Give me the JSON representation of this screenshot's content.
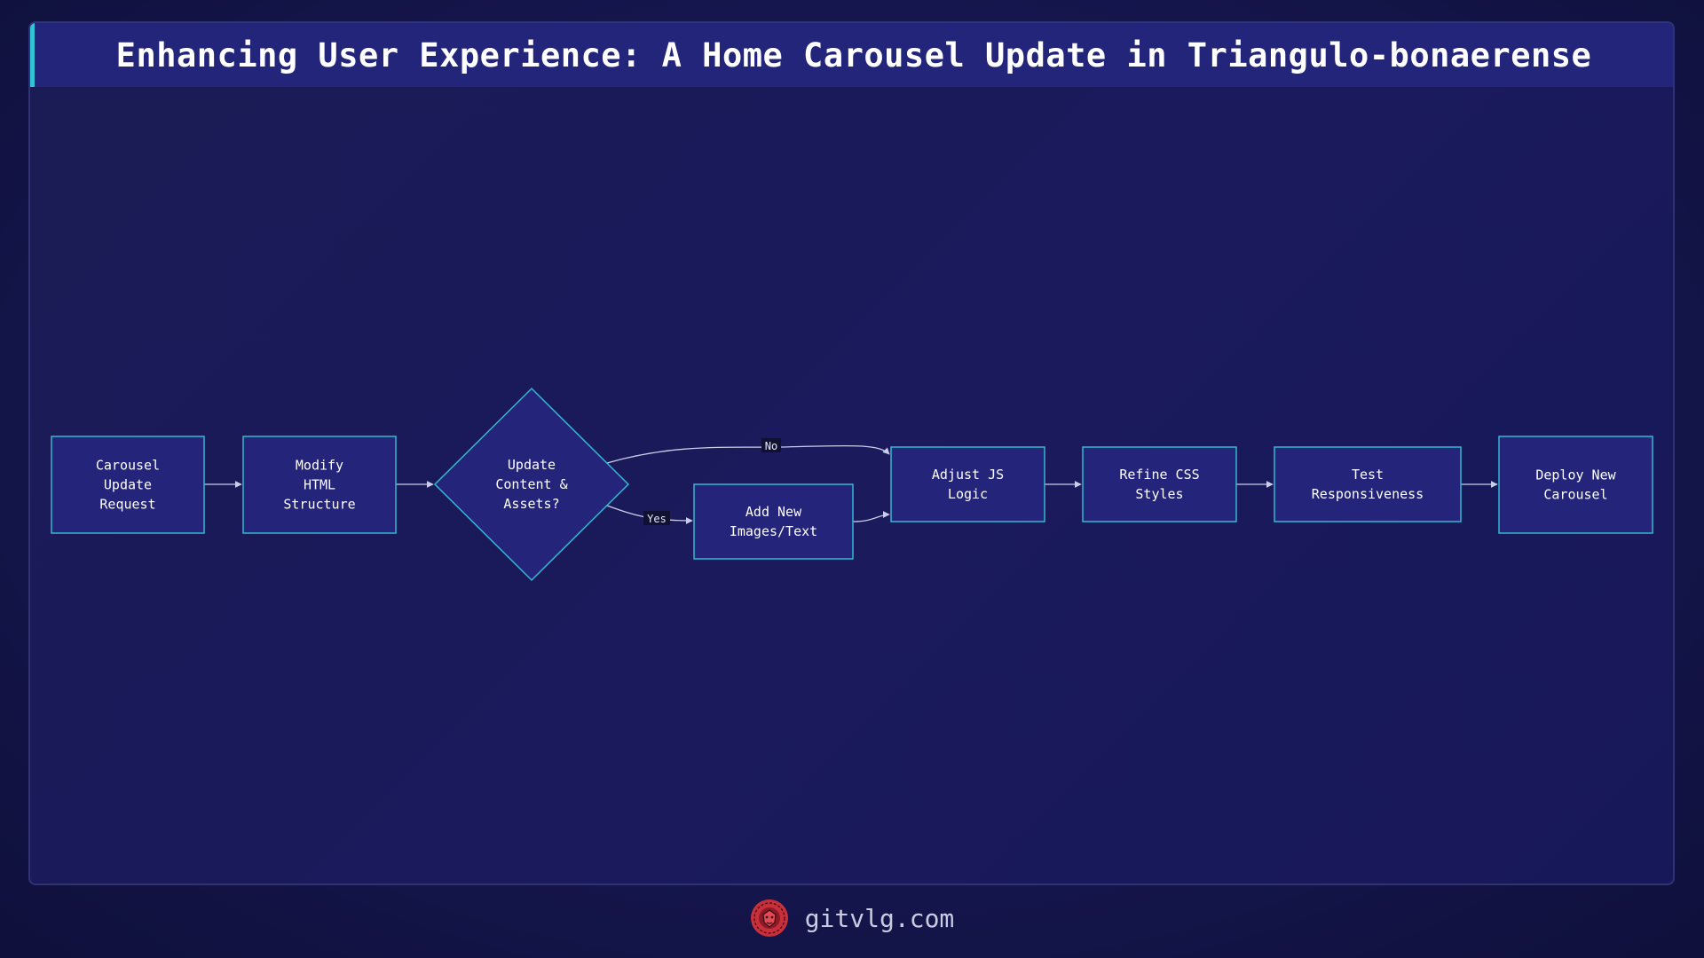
{
  "title": "Enhancing User Experience: A Home Carousel Update in Triangulo-bonaerense",
  "nodes": [
    {
      "id": "n1",
      "shape": "rect",
      "lines": [
        "Carousel",
        "Update",
        "Request"
      ]
    },
    {
      "id": "n2",
      "shape": "rect",
      "lines": [
        "Modify",
        "HTML",
        "Structure"
      ]
    },
    {
      "id": "n3",
      "shape": "diamond",
      "lines": [
        "Update",
        "Content &",
        "Assets?"
      ]
    },
    {
      "id": "n4",
      "shape": "rect",
      "lines": [
        "Add New",
        "Images/Text"
      ]
    },
    {
      "id": "n5",
      "shape": "rect",
      "lines": [
        "Adjust JS",
        "Logic"
      ]
    },
    {
      "id": "n6",
      "shape": "rect",
      "lines": [
        "Refine CSS",
        "Styles"
      ]
    },
    {
      "id": "n7",
      "shape": "rect",
      "lines": [
        "Test",
        "Responsiveness"
      ]
    },
    {
      "id": "n8",
      "shape": "rect",
      "lines": [
        "Deploy New",
        "Carousel"
      ]
    }
  ],
  "edges": [
    {
      "from": "n1",
      "to": "n2",
      "label": ""
    },
    {
      "from": "n2",
      "to": "n3",
      "label": ""
    },
    {
      "from": "n3",
      "to": "n5",
      "label": "No"
    },
    {
      "from": "n3",
      "to": "n4",
      "label": "Yes"
    },
    {
      "from": "n4",
      "to": "n5",
      "label": ""
    },
    {
      "from": "n5",
      "to": "n6",
      "label": ""
    },
    {
      "from": "n6",
      "to": "n7",
      "label": ""
    },
    {
      "from": "n7",
      "to": "n8",
      "label": ""
    }
  ],
  "colors": {
    "node_fill": "#23247a",
    "node_stroke": "#34b8d0",
    "accent": "#33c3d8",
    "logo": "#c8303c"
  },
  "footer": {
    "site": "gitvlg.com",
    "logo_icon": "lion-icon"
  }
}
